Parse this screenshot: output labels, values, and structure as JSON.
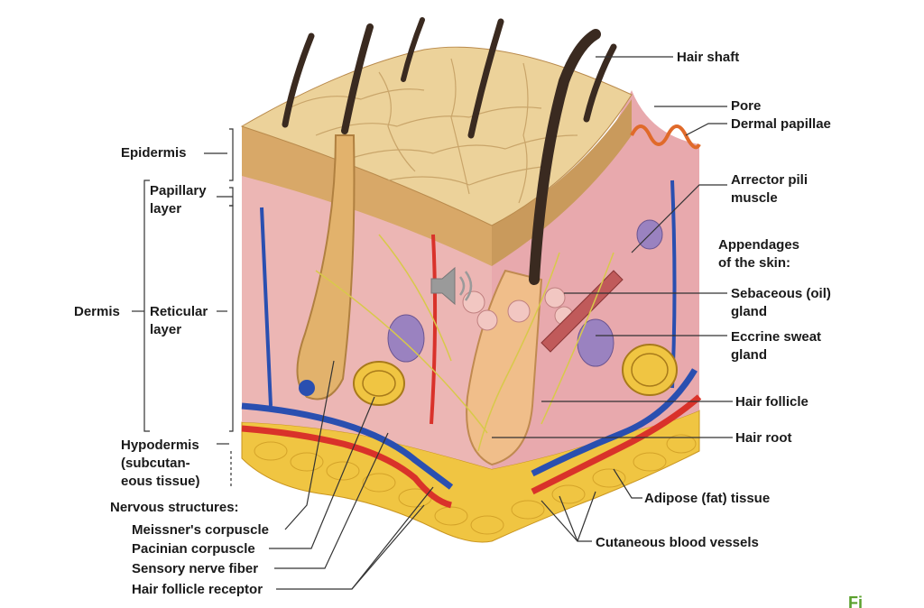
{
  "labels": {
    "hair_shaft": "Hair shaft",
    "pore": "Pore",
    "dermal_papillae": "Dermal papillae",
    "arrector_pili": "Arrector pili\nmuscle",
    "appendages": "Appendages\nof the skin:",
    "sebaceous": "Sebaceous (oil)\ngland",
    "eccrine": "Eccrine sweat\ngland",
    "hair_follicle": "Hair follicle",
    "hair_root": "Hair root",
    "adipose": "Adipose (fat) tissue",
    "cutaneous": "Cutaneous blood vessels",
    "epidermis": "Epidermis",
    "papillary": "Papillary\nlayer",
    "dermis": "Dermis",
    "reticular": "Reticular\nlayer",
    "hypodermis": "Hypodermis",
    "hypodermis_sub": "(subcutan-\neous tissue)",
    "nervous": "Nervous structures:",
    "meissner": "Meissner's corpuscle",
    "pacinian": "Pacinian corpuscle",
    "sensory": "Sensory nerve fiber",
    "hair_receptor": "Hair follicle receptor"
  },
  "figure_corner": "Fi",
  "colors": {
    "epidermis": "#e9c98a",
    "dermis": "#ecb6b4",
    "fat": "#f0c542",
    "artery": "#d9322a",
    "vein": "#2a4fb0",
    "hair": "#3a2a20",
    "follicle": "#e2b26c",
    "nerve": "#d8c94a",
    "leader": "#333333"
  },
  "icons": [
    "speaker-icon"
  ]
}
